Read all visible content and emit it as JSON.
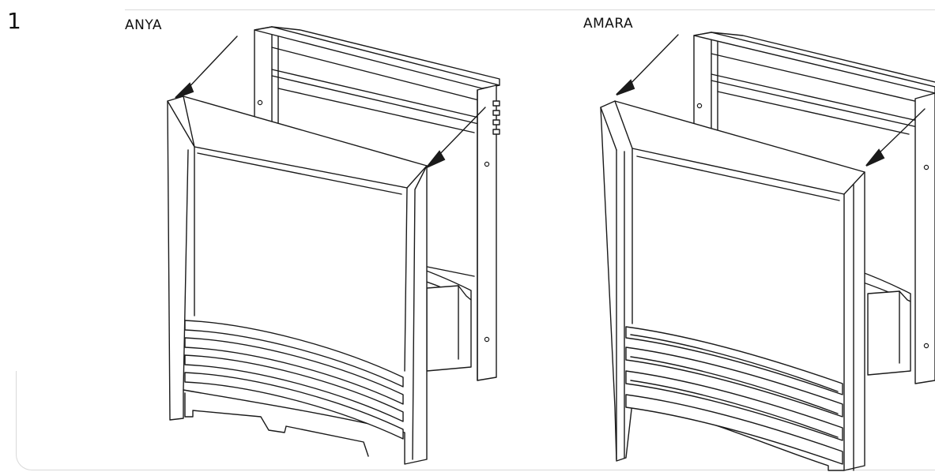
{
  "step": {
    "number": "1"
  },
  "products": [
    {
      "label": "ANYA"
    },
    {
      "label": "AMARA"
    }
  ]
}
